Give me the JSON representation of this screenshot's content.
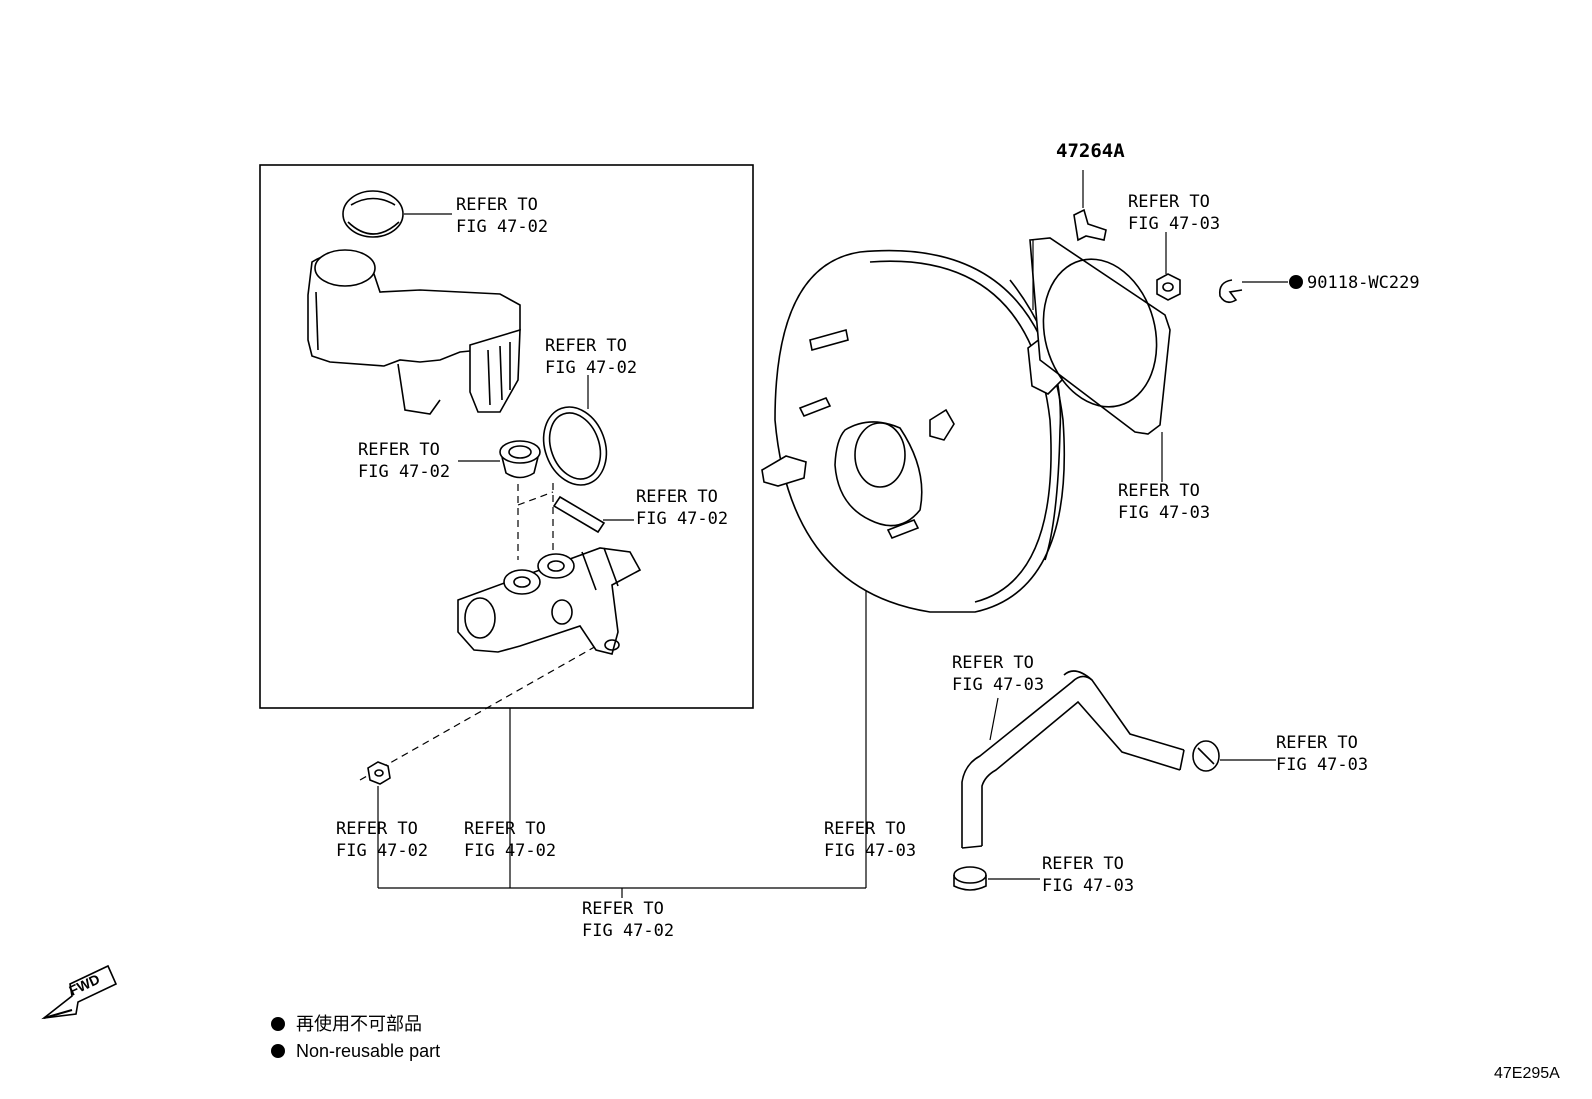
{
  "labels": {
    "refer_cap": [
      "REFER TO",
      "FIG 47-02"
    ],
    "refer_seal": [
      "REFER TO",
      "FIG 47-02"
    ],
    "refer_grommet": [
      "REFER TO",
      "FIG 47-02"
    ],
    "refer_pin": [
      "REFER TO",
      "FIG 47-02"
    ],
    "refer_nut": [
      "REFER TO",
      "FIG 47-02"
    ],
    "refer_cylinder": [
      "REFER TO",
      "FIG 47-02"
    ],
    "refer_booster": [
      "REFER TO",
      "FIG 47-03"
    ],
    "refer_bottom": [
      "REFER TO",
      "FIG 47-02"
    ],
    "refer_gasket_nut": [
      "REFER TO",
      "FIG 47-03"
    ],
    "refer_gasket": [
      "REFER TO",
      "FIG 47-03"
    ],
    "refer_hose": [
      "REFER TO",
      "FIG 47-03"
    ],
    "refer_clamp_right": [
      "REFER TO",
      "FIG 47-03"
    ],
    "refer_clamp_bottom": [
      "REFER TO",
      "FIG 47-03"
    ]
  },
  "part_numbers": {
    "clevis_pin": "47264A",
    "clip": "90118-WC229"
  },
  "legend": {
    "line1": "再使用不可部品",
    "line2": "Non-reusable part"
  },
  "fwd_label": "FWD",
  "figure_code": "47E295A"
}
